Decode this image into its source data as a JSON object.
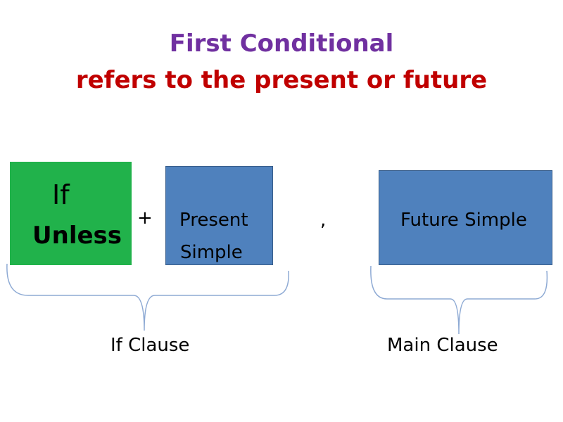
{
  "title": "First Conditional",
  "subtitle": "refers to the present or  future",
  "if_box": {
    "line1": "If",
    "line2": "Unless"
  },
  "plus": "+",
  "present_box": {
    "line1": "Present",
    "line2": "Simple"
  },
  "comma": ",",
  "future_box": {
    "label": "Future Simple"
  },
  "labels": {
    "if_clause": "If Clause",
    "main_clause": "Main Clause"
  }
}
